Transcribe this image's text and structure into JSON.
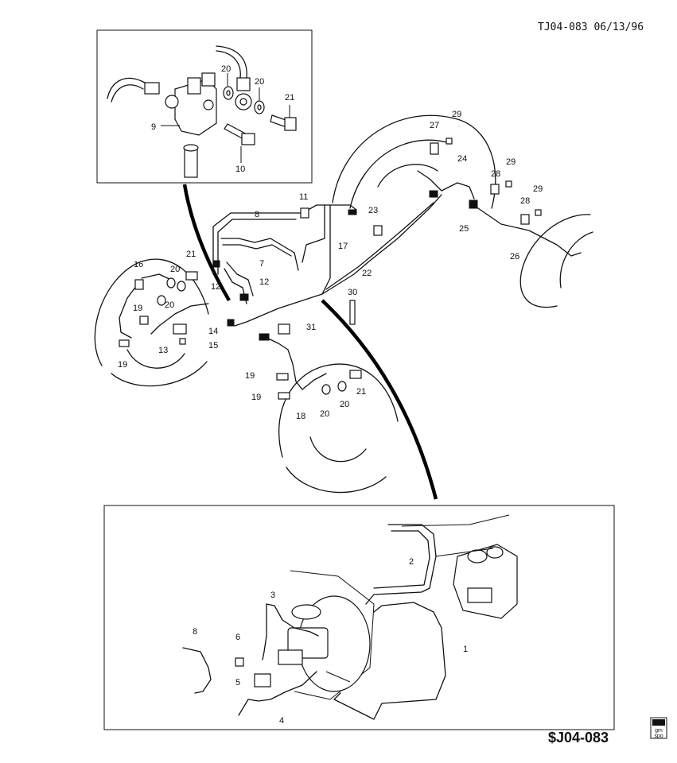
{
  "header": {
    "ref_text": "TJ04-083 06/13/96"
  },
  "footer": {
    "code_text": "$J04-083",
    "logo_top": "gm",
    "logo_bottom": "spo"
  },
  "callouts": {
    "c1": "1",
    "c2": "2",
    "c3": "3",
    "c4": "4",
    "c5": "5",
    "c6": "6",
    "c7": "7",
    "c8a": "8",
    "c8b": "8",
    "c9": "9",
    "c10": "10",
    "c11": "11",
    "c12a": "12",
    "c12b": "12",
    "c13": "13",
    "c14": "14",
    "c15": "15",
    "c16": "16",
    "c17": "17",
    "c18": "18",
    "c19a": "19",
    "c19b": "19",
    "c19c": "19",
    "c19d": "19",
    "c20a": "20",
    "c20b": "20",
    "c20c": "20",
    "c20d": "20",
    "c20e": "20",
    "c20f": "20",
    "c21a": "21",
    "c21b": "21",
    "c21c": "21",
    "c22": "22",
    "c23": "23",
    "c24": "24",
    "c25": "25",
    "c26": "26",
    "c27": "27",
    "c28a": "28",
    "c28b": "28",
    "c29a": "29",
    "c29b": "29",
    "c29c": "29",
    "c30": "30",
    "c31": "31"
  }
}
